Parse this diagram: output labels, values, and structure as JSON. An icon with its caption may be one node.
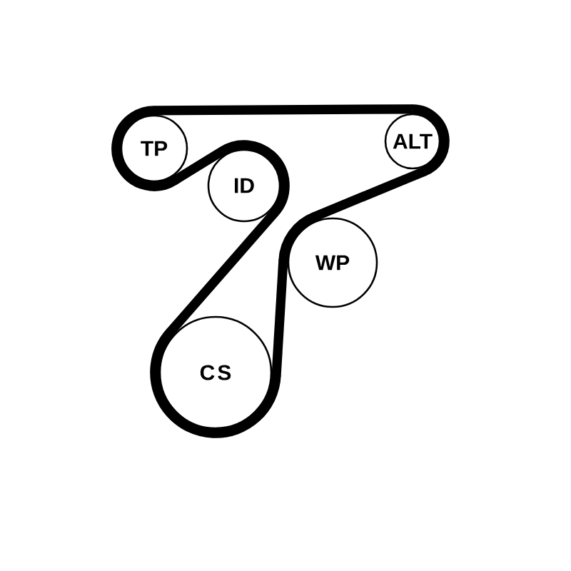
{
  "diagram": {
    "nodes": [
      {
        "text": [
          "TP"
        ]
      },
      {
        "text": [
          "ID"
        ]
      },
      {
        "text": [
          "ALT"
        ]
      },
      {
        "text": [
          "WP"
        ]
      },
      {
        "text": [
          "CS"
        ]
      }
    ],
    "edges": [
      {
        "from": 0,
        "to": 2,
        "arrow": "none"
      },
      {
        "from": 2,
        "to": 3,
        "arrow": "none"
      },
      {
        "from": 3,
        "to": 4,
        "arrow": "none"
      },
      {
        "from": 4,
        "to": 1,
        "arrow": "none"
      },
      {
        "from": 1,
        "to": 0,
        "arrow": "none"
      }
    ]
  }
}
